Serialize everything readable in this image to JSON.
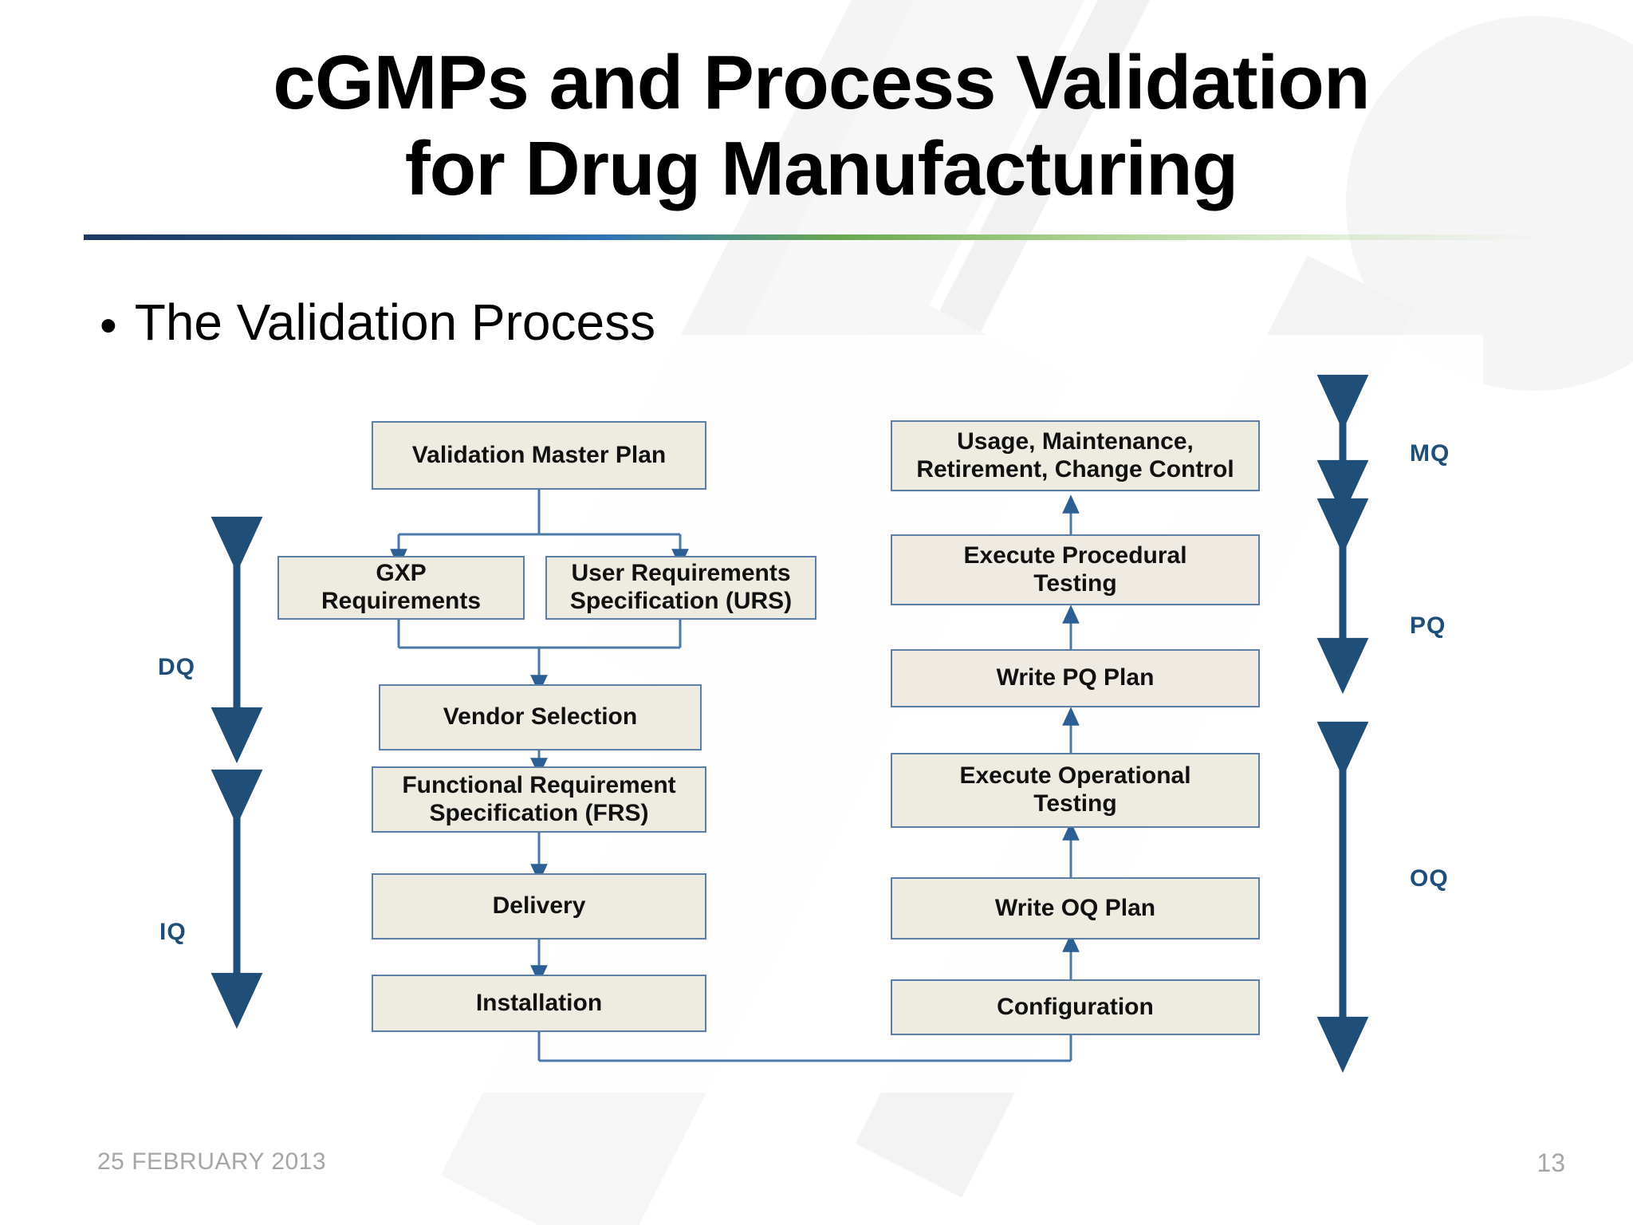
{
  "slide": {
    "title_line1": "cGMPs and Process Validation",
    "title_line2": "for Drug Manufacturing",
    "bullet_marker": "•",
    "bullet_text": "The Validation Process",
    "footer_date": "25 FEBRUARY 2013",
    "page_number": "13"
  },
  "colors": {
    "node_fill": "#EEECE1",
    "node_border": "#5B7FA6",
    "connector": "#4A78A8",
    "phase_label": "#1F4E79",
    "arrow_blue": "#1F4E79",
    "footer_text": "#A6A6A6",
    "rule_start": "#1F3864",
    "rule_end": "#A9D18E"
  },
  "diagram": {
    "title": "The Validation Process",
    "left_column": [
      {
        "id": "validation-master-plan",
        "label": "Validation Master Plan"
      },
      {
        "id": "gxp-requirements",
        "label": "GXP\nRequirements"
      },
      {
        "id": "user-requirements-specification",
        "label": "User Requirements\nSpecification (URS)"
      },
      {
        "id": "vendor-selection",
        "label": "Vendor Selection"
      },
      {
        "id": "functional-requirement-specification",
        "label": "Functional Requirement\nSpecification (FRS)"
      },
      {
        "id": "delivery",
        "label": "Delivery"
      },
      {
        "id": "installation",
        "label": "Installation"
      }
    ],
    "right_column": [
      {
        "id": "usage-maintenance",
        "label": "Usage, Maintenance,\nRetirement, Change Control"
      },
      {
        "id": "execute-procedural-testing",
        "label": "Execute Procedural\nTesting"
      },
      {
        "id": "write-pq-plan",
        "label": "Write PQ Plan"
      },
      {
        "id": "execute-operational-testing",
        "label": "Execute Operational\nTesting"
      },
      {
        "id": "write-oq-plan",
        "label": "Write OQ Plan"
      },
      {
        "id": "configuration",
        "label": "Configuration"
      }
    ],
    "left_phase_labels": [
      {
        "id": "dq",
        "label": "DQ"
      },
      {
        "id": "iq",
        "label": "IQ"
      }
    ],
    "right_phase_labels": [
      {
        "id": "mq",
        "label": "MQ"
      },
      {
        "id": "pq",
        "label": "PQ"
      },
      {
        "id": "oq",
        "label": "OQ"
      }
    ],
    "flow": [
      "Validation Master Plan → GXP Requirements",
      "Validation Master Plan → User Requirements Specification (URS)",
      "GXP Requirements + User Requirements Specification (URS) → Vendor Selection",
      "Vendor Selection → Functional Requirement Specification (FRS)",
      "Functional Requirement Specification (FRS) → Delivery",
      "Delivery → Installation",
      "Installation → Configuration",
      "Configuration → Write OQ Plan",
      "Write OQ Plan → Execute Operational Testing",
      "Execute Operational Testing → Write PQ Plan",
      "Write PQ Plan → Execute Procedural Testing",
      "Execute Procedural Testing → Usage, Maintenance, Retirement, Change Control"
    ]
  }
}
